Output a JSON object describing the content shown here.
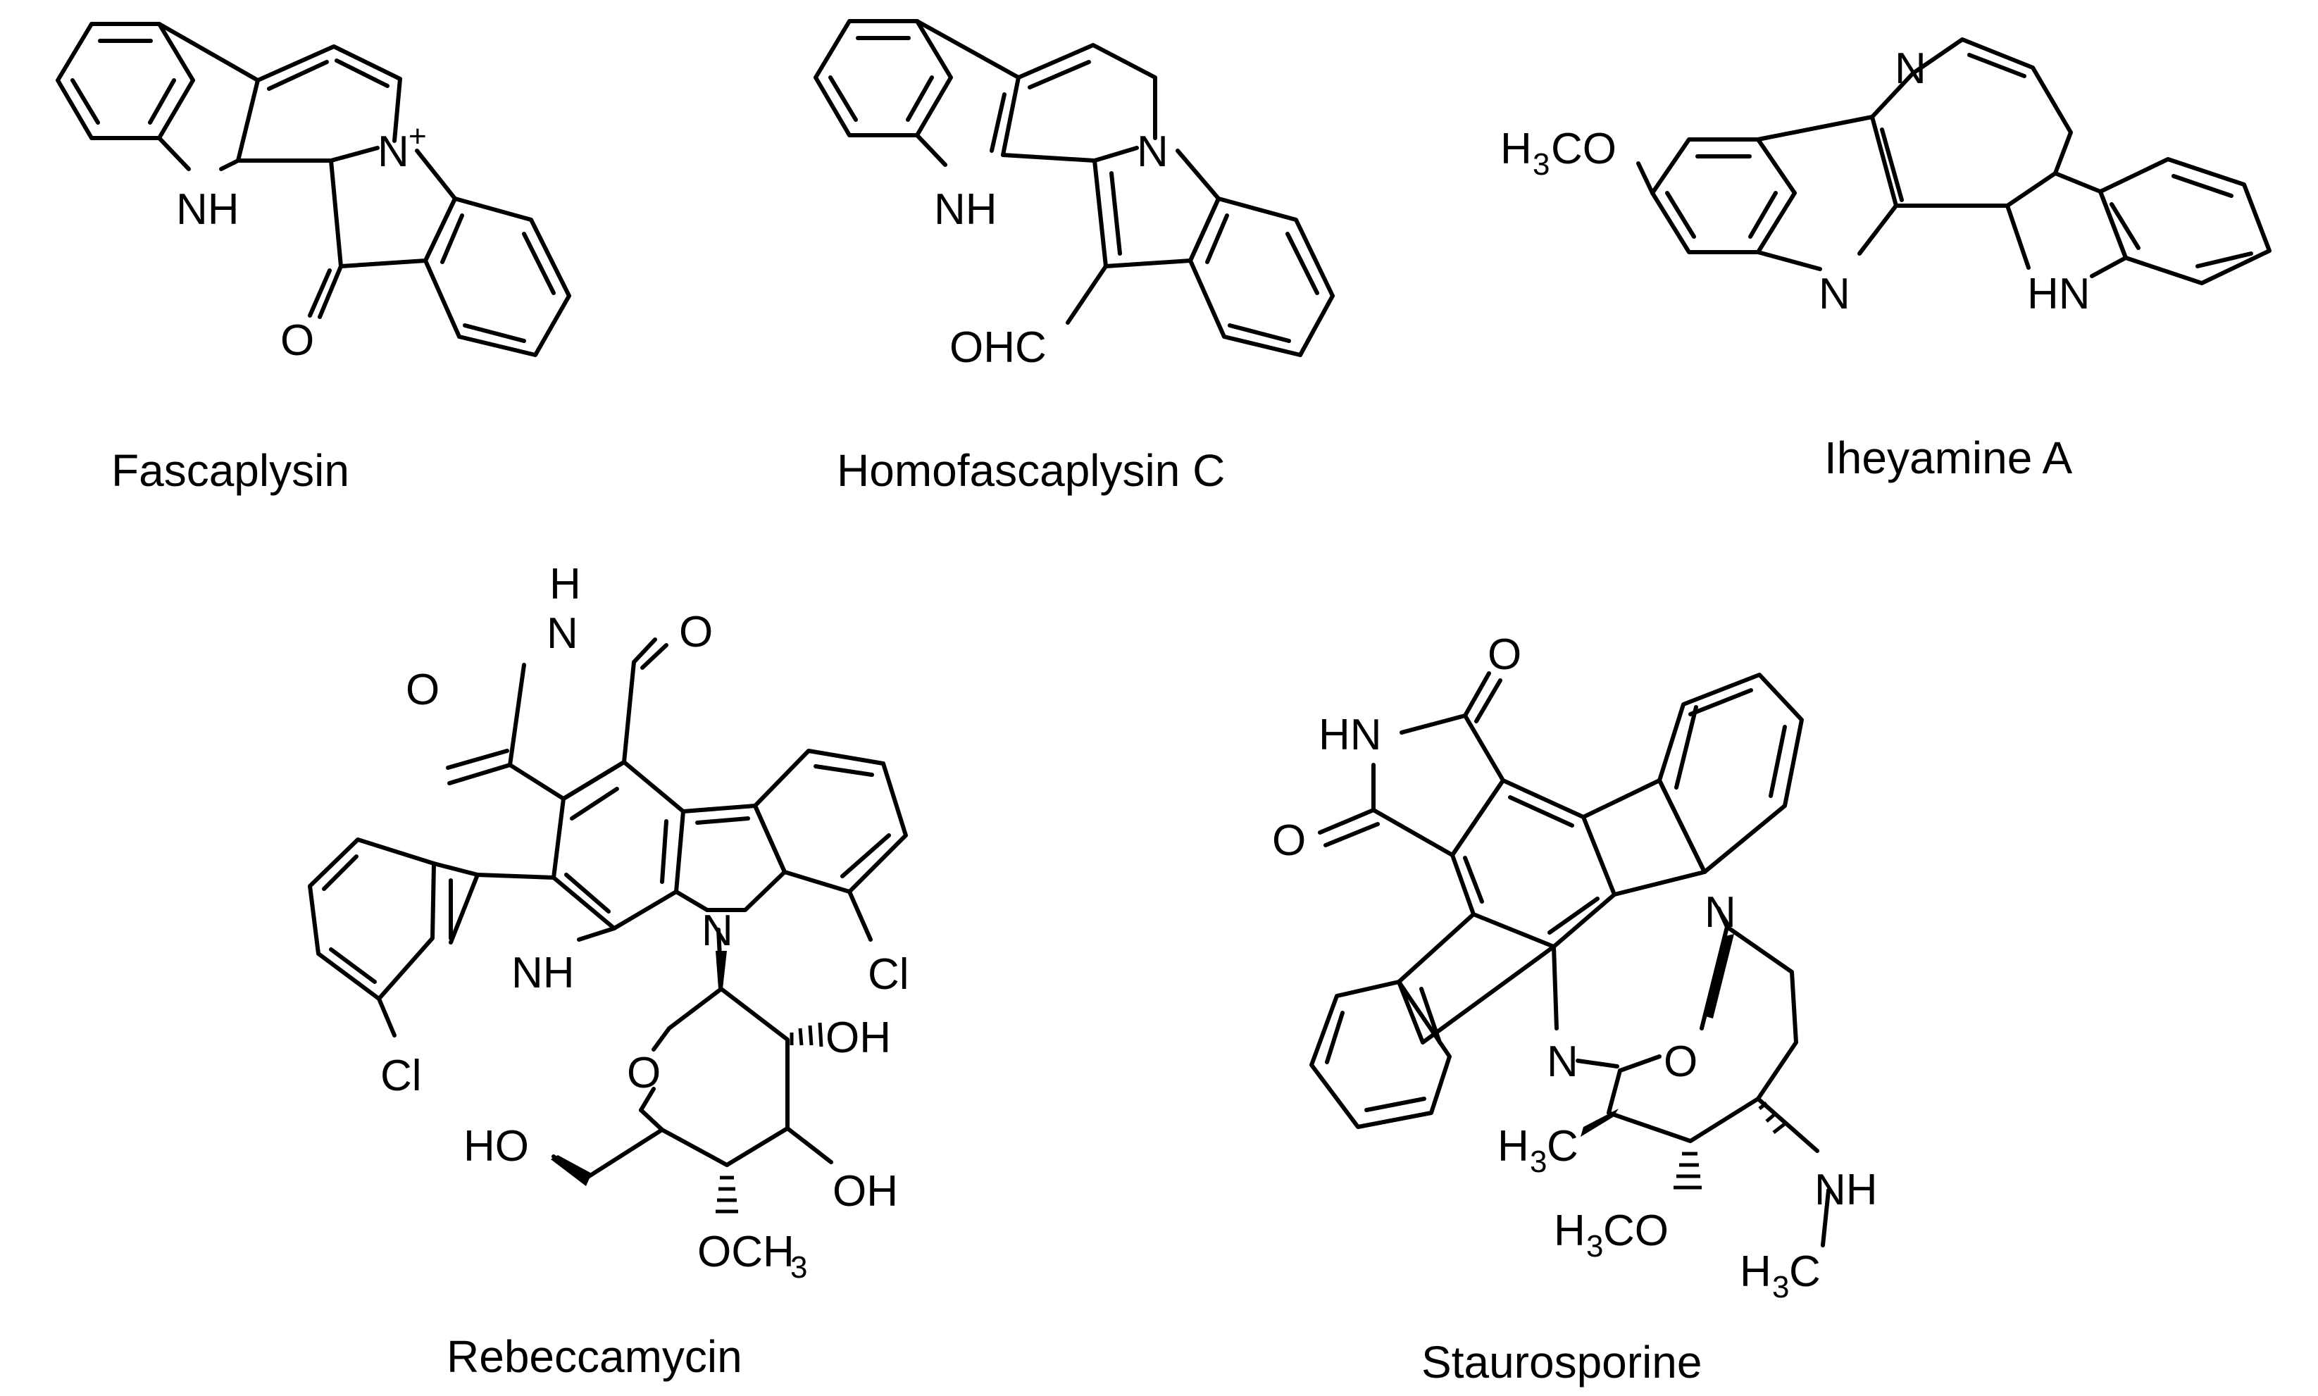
{
  "compounds": [
    {
      "name": "Fascaplysin",
      "atoms": {
        "nh": "NH",
        "n_plus": "N",
        "charge": "+",
        "o": "O"
      }
    },
    {
      "name": "Homofascaplysin C",
      "atoms": {
        "nh": "NH",
        "n": "N",
        "cho": "OHC"
      }
    },
    {
      "name": "Iheyamine A",
      "atoms": {
        "methoxy_h": "H",
        "methoxy_3": "3",
        "methoxy_co": "CO",
        "n_top": "N",
        "n_mid": "N",
        "nh": "HN"
      }
    },
    {
      "name": "Rebeccamycin",
      "atoms": {
        "imide_h": "H",
        "imide_n": "N",
        "o_left": "O",
        "o_right": "O",
        "n_center": "N",
        "nh": "NH",
        "cl_left": "Cl",
        "cl_right": "Cl",
        "o_ring": "O",
        "oh_1": "OH",
        "oh_2": "OH",
        "ho": "HO",
        "och3_prefix": "OCH",
        "och3_3": "3"
      }
    },
    {
      "name": "Staurosporine",
      "atoms": {
        "hn": "HN",
        "o_top": "O",
        "o_left": "O",
        "n_right": "N",
        "n_left": "N",
        "o_bridge": "O",
        "h3c_1_h": "H",
        "h3c_1_3": "3",
        "h3c_1_c": "C",
        "h3co_h": "H",
        "h3co_3": "3",
        "h3co_co": "CO",
        "nh": "NH",
        "h3c_2_h": "H",
        "h3c_2_3": "3",
        "h3c_2_c": "C"
      }
    }
  ]
}
